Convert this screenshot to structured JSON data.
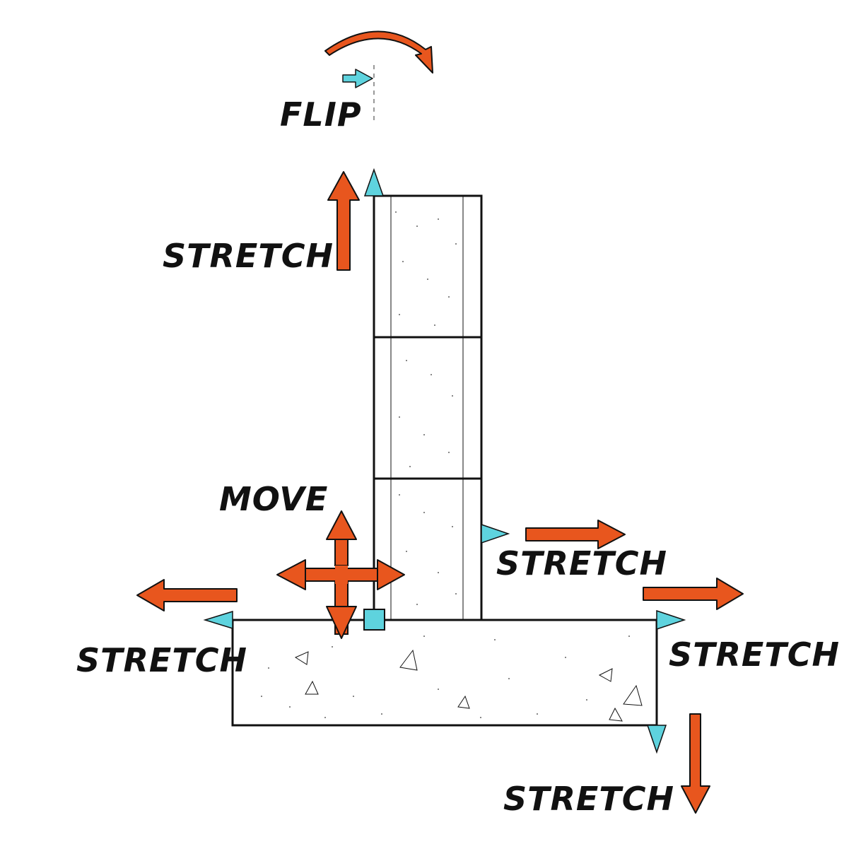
{
  "labels": {
    "flip": "FLIP",
    "stretch_top": "STRETCH",
    "move": "MOVE",
    "stretch_wall_right": "STRETCH",
    "stretch_left": "STRETCH",
    "stretch_right": "STRETCH",
    "stretch_bottom": "STRETCH"
  },
  "colors": {
    "arrow": "#E8561E",
    "grip": "#5ED3DE",
    "line": "#111111",
    "background": "#FFFFFF"
  }
}
